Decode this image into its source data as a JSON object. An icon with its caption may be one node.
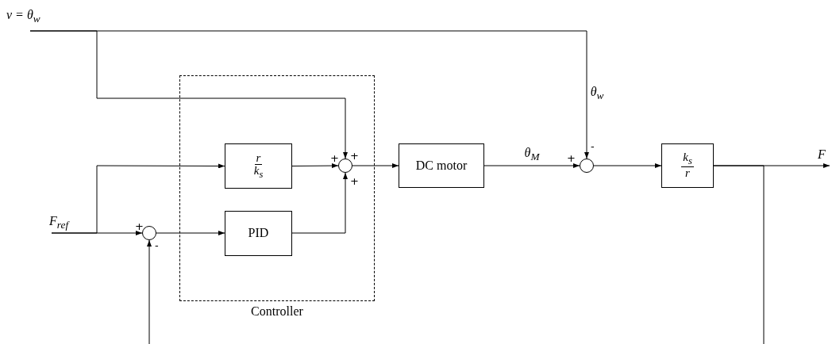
{
  "diagram": {
    "nodes": [
      {
        "text": [
          "v = θ$_{w}$"
        ]
      },
      {
        "text": [
          "F$_{ref}$"
        ]
      },
      {
        "text": [
          "Controller"
        ]
      },
      {
        "text": [
          "r",
          "k$_{s}$"
        ],
        "in": 2
      },
      {
        "text": [
          "PID"
        ],
        "in": 2
      },
      {
        "text": [],
        "shape": "circle",
        "beside": [
          "+",
          "-"
        ]
      },
      {
        "text": [],
        "shape": "circle",
        "in": 2,
        "beside": [
          "+",
          "+",
          "+"
        ]
      },
      {
        "text": [
          "DC motor"
        ]
      },
      {
        "text": [],
        "shape": "circle",
        "beside": [
          "+",
          "-"
        ]
      },
      {
        "text": [
          "k$_{s}$",
          "r"
        ]
      },
      {
        "text": [
          "F"
        ]
      }
    ],
    "edges": [
      {
        "from": 0,
        "to": 6,
        "arrow": "to"
      },
      {
        "from": 0,
        "to": 8,
        "arrow": "to",
        "label": "θ$_{w}$"
      },
      {
        "from": 1,
        "to": 3,
        "arrow": "to"
      },
      {
        "from": 1,
        "to": 5,
        "arrow": "to"
      },
      {
        "from": null,
        "to": 5,
        "arrow": "to"
      },
      {
        "from": 5,
        "to": 4,
        "arrow": "to"
      },
      {
        "from": 3,
        "to": 6,
        "arrow": "to"
      },
      {
        "from": 4,
        "to": 6,
        "arrow": "to"
      },
      {
        "from": 6,
        "to": 7,
        "arrow": "to"
      },
      {
        "from": 7,
        "to": 8,
        "arrow": "to",
        "label": "θ$_{M}$"
      },
      {
        "from": 8,
        "to": 9,
        "arrow": "to"
      },
      {
        "from": 9,
        "to": 10,
        "arrow": "to"
      },
      {
        "from": 9,
        "to": null,
        "arrow": "none"
      }
    ]
  }
}
